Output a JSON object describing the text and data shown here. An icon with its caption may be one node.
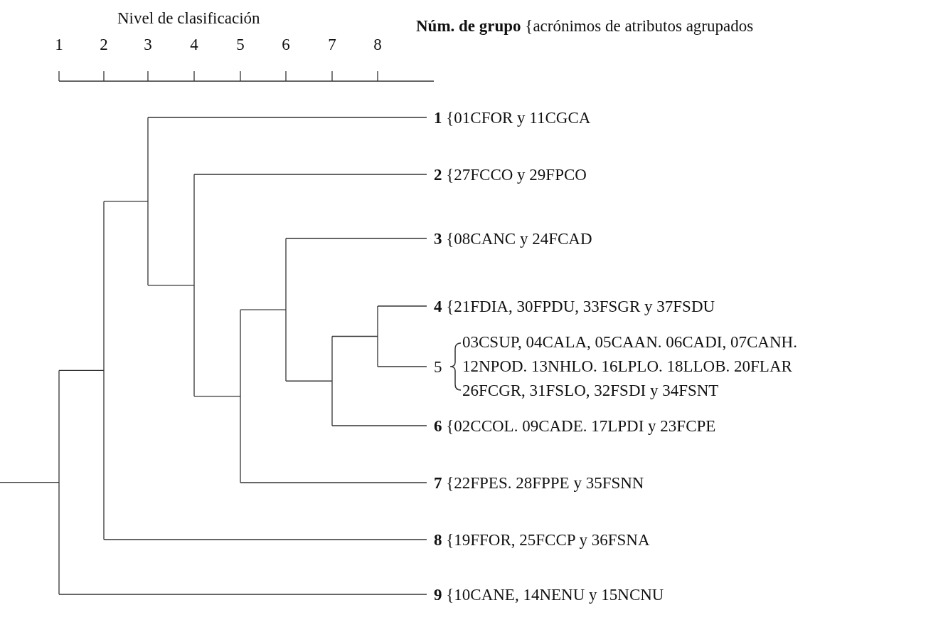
{
  "diagram": {
    "labels": [
      "Nivel de clasificación",
      "1",
      "2",
      "3",
      "4",
      "5",
      "6",
      "7",
      "8",
      "**Núm. de grupo** {acrónimos de atributos agrupados",
      "**1** {01CFOR y 11CGCA",
      "**2** {27FCCO y 29FPCO",
      "**3** {08CANC y 24FCAD",
      "**4** {21FDIA, 30FPDU, 33FSGR y 37FSDU",
      "5",
      "03CSUP, 04CALA, 05CAAN. 06CADI, 07CANH. 12NPOD. 13NHLO. 16LPLO. 18LLOB. 20FLAR 26FCGR, 31FSLO, 32FSDI y 34FSNT",
      "**6** {02CCOL. 09CADE. 17LPDI y 23FCPE",
      "**7** {22FPES. 28FPPE y 35FSNN",
      "**8** {19FFOR, 25FCCP y 36FSNA",
      "**9** {10CANE, 14NENU y 15NCNU"
    ]
  }
}
